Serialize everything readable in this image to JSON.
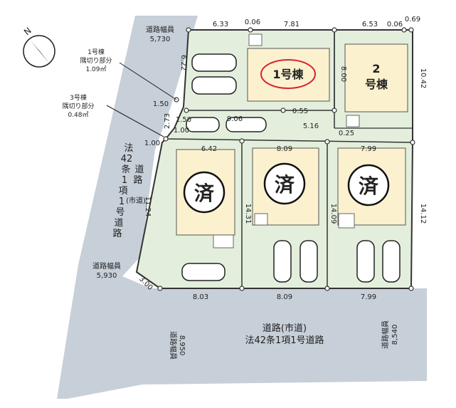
{
  "north": "N",
  "roads": {
    "left_width_label": "道路幅員",
    "left_width_value": "5,730",
    "left_road_lines": [
      "法",
      "42",
      "条",
      "1",
      "項",
      "1",
      "号",
      "道",
      "路"
    ],
    "left_road_lines2": [
      "道",
      "路",
      "(市道)"
    ],
    "left_bottom_width_label": "道路幅員",
    "left_bottom_width_value": "5,930",
    "bottom_road_line1": "道路(市道)",
    "bottom_road_line2": "法42条1項1号道路",
    "bottom_left_width_label": "道路幅員",
    "bottom_left_width_value": "8,950",
    "bottom_right_width_label": "道路幅員",
    "bottom_right_width_value": "8,540"
  },
  "notes": {
    "lot1_corner_line1": "1号棟",
    "lot1_corner_line2": "隅切り部分",
    "lot1_corner_value": "1.09㎡",
    "lot3_corner_line1": "3号棟",
    "lot3_corner_line2": "隅切り部分",
    "lot3_corner_value": "0.48㎡"
  },
  "lots": {
    "lot1": "1号棟",
    "lot2_line1": "2",
    "lot2_line2": "号棟",
    "sold": "済"
  },
  "dimensions": {
    "top_a": "6.33",
    "top_b": "0.06",
    "top_c": "7.81",
    "top_d": "6.53",
    "top_e": "0.06",
    "top_f": "0.69",
    "left_a": "6.22",
    "lot1_depth": "8.00",
    "right_a": "10.42",
    "mid_a": "1.50",
    "mid_b": "2.73",
    "mid_c": "1.50",
    "mid_d": "1.00",
    "mid_e": "9.06",
    "mid_f": "0.55",
    "mid_g": "5.16",
    "mid_h": "0.25",
    "left_b": "1.00",
    "lot3_top": "6.42",
    "lot4_top": "8.09",
    "lot5_top": "7.99",
    "left_c": "11.24",
    "div_a": "14.31",
    "div_b": "14.09",
    "right_b": "14.12",
    "corner": "3.00",
    "bottom_a": "8.03",
    "bottom_b": "8.09",
    "bottom_c": "7.99"
  }
}
